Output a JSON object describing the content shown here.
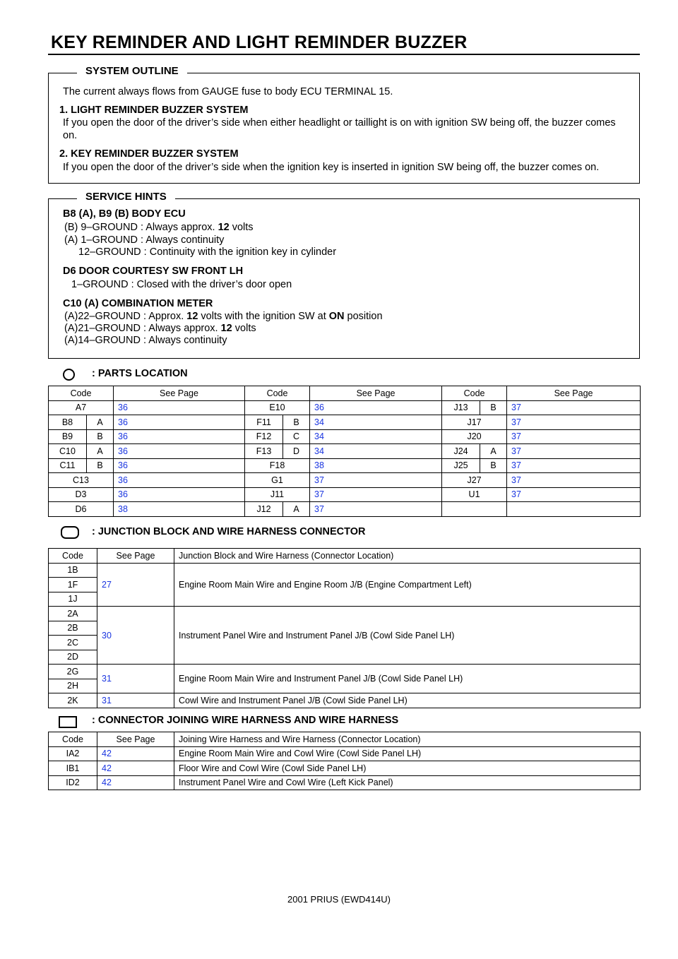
{
  "title": "KEY REMINDER AND LIGHT REMINDER BUZZER",
  "system_outline": {
    "heading": "SYSTEM OUTLINE",
    "intro": "The current always flows from GAUGE fuse to body ECU TERMINAL 15.",
    "item1_title": "1.   LIGHT REMINDER BUZZER SYSTEM",
    "item1_text": "If you open the door of the driver’s side when either headlight or taillight is on with ignition SW being off, the buzzer comes on.",
    "item2_title": "2.   KEY REMINDER BUZZER SYSTEM",
    "item2_text": "If you open the door of the driver’s side when the ignition key is inserted in ignition SW being off, the buzzer comes on."
  },
  "service_hints": {
    "heading": "SERVICE HINTS",
    "b8_title": "B8 (A), B9 (B)  BODY ECU",
    "b8_l1a": "(B)  9–GROUND : Always approx. ",
    "b8_l1b": "12",
    "b8_l1c": " volts",
    "b8_l2": "(A)  1–GROUND : Always continuity",
    "b8_l3": "12–GROUND : Continuity with the ignition key in cylinder",
    "d6_title": "D6  DOOR COURTESY SW FRONT LH",
    "d6_l1": "1–GROUND : Closed with the driver’s door open",
    "c10_title": "C10 (A)  COMBINATION METER",
    "c10_l1a": "(A)22–GROUND : Approx. ",
    "c10_l1b": "12",
    "c10_l1c": " volts with the ignition SW at ",
    "c10_l1d": "ON",
    "c10_l1e": " position",
    "c10_l2a": "(A)21–GROUND : Always approx. ",
    "c10_l2b": "12",
    "c10_l2c": " volts",
    "c10_l3": "(A)14–GROUND : Always continuity"
  },
  "parts_location": {
    "heading": ": PARTS LOCATION",
    "headers": [
      "Code",
      "See Page",
      "Code",
      "See Page",
      "Code",
      "See Page"
    ],
    "rows": [
      [
        [
          "A7",
          ""
        ],
        "36",
        [
          "E10",
          ""
        ],
        "36",
        [
          "J13",
          "B"
        ],
        "37"
      ],
      [
        [
          "B8",
          "A"
        ],
        "36",
        [
          "F11",
          "B"
        ],
        "34",
        [
          "J17",
          ""
        ],
        "37"
      ],
      [
        [
          "B9",
          "B"
        ],
        "36",
        [
          "F12",
          "C"
        ],
        "34",
        [
          "J20",
          ""
        ],
        "37"
      ],
      [
        [
          "C10",
          "A"
        ],
        "36",
        [
          "F13",
          "D"
        ],
        "34",
        [
          "J24",
          "A"
        ],
        "37"
      ],
      [
        [
          "C11",
          "B"
        ],
        "36",
        [
          "F18",
          ""
        ],
        "38",
        [
          "J25",
          "B"
        ],
        "37"
      ],
      [
        [
          "C13",
          ""
        ],
        "36",
        [
          "G1",
          ""
        ],
        "37",
        [
          "J27",
          ""
        ],
        "37"
      ],
      [
        [
          "D3",
          ""
        ],
        "36",
        [
          "J11",
          ""
        ],
        "37",
        [
          "U1",
          ""
        ],
        "37"
      ],
      [
        [
          "D6",
          ""
        ],
        "38",
        [
          "J12",
          "A"
        ],
        "37",
        [
          "",
          ""
        ],
        ""
      ]
    ]
  },
  "junction": {
    "heading": ": JUNCTION BLOCK AND WIRE HARNESS CONNECTOR",
    "headers": [
      "Code",
      "See Page",
      "Junction Block and Wire Harness (Connector Location)"
    ],
    "groups": [
      {
        "codes": [
          "1B",
          "1F",
          "1J"
        ],
        "page": "27",
        "desc": "Engine Room Main Wire and Engine Room J/B (Engine Compartment Left)"
      },
      {
        "codes": [
          "2A",
          "2B",
          "2C",
          "2D"
        ],
        "page": "30",
        "desc": "Instrument Panel Wire and Instrument Panel J/B (Cowl Side Panel LH)"
      },
      {
        "codes": [
          "2G",
          "2H"
        ],
        "page": "31",
        "desc": "Engine Room Main Wire and Instrument Panel J/B (Cowl Side Panel LH)"
      },
      {
        "codes": [
          "2K"
        ],
        "page": "31",
        "desc": "Cowl Wire and Instrument Panel J/B (Cowl Side Panel LH)"
      }
    ]
  },
  "connector": {
    "heading": ": CONNECTOR JOINING WIRE HARNESS AND WIRE HARNESS",
    "headers": [
      "Code",
      "See Page",
      "Joining Wire Harness and Wire Harness (Connector Location)"
    ],
    "rows": [
      [
        "IA2",
        "42",
        "Engine Room Main Wire and Cowl Wire (Cowl Side Panel LH)"
      ],
      [
        "IB1",
        "42",
        "Floor Wire and Cowl Wire (Cowl Side Panel LH)"
      ],
      [
        "ID2",
        "42",
        "Instrument Panel Wire and Cowl Wire (Left Kick Panel)"
      ]
    ]
  },
  "footer": "2001 PRIUS (EWD414U)"
}
